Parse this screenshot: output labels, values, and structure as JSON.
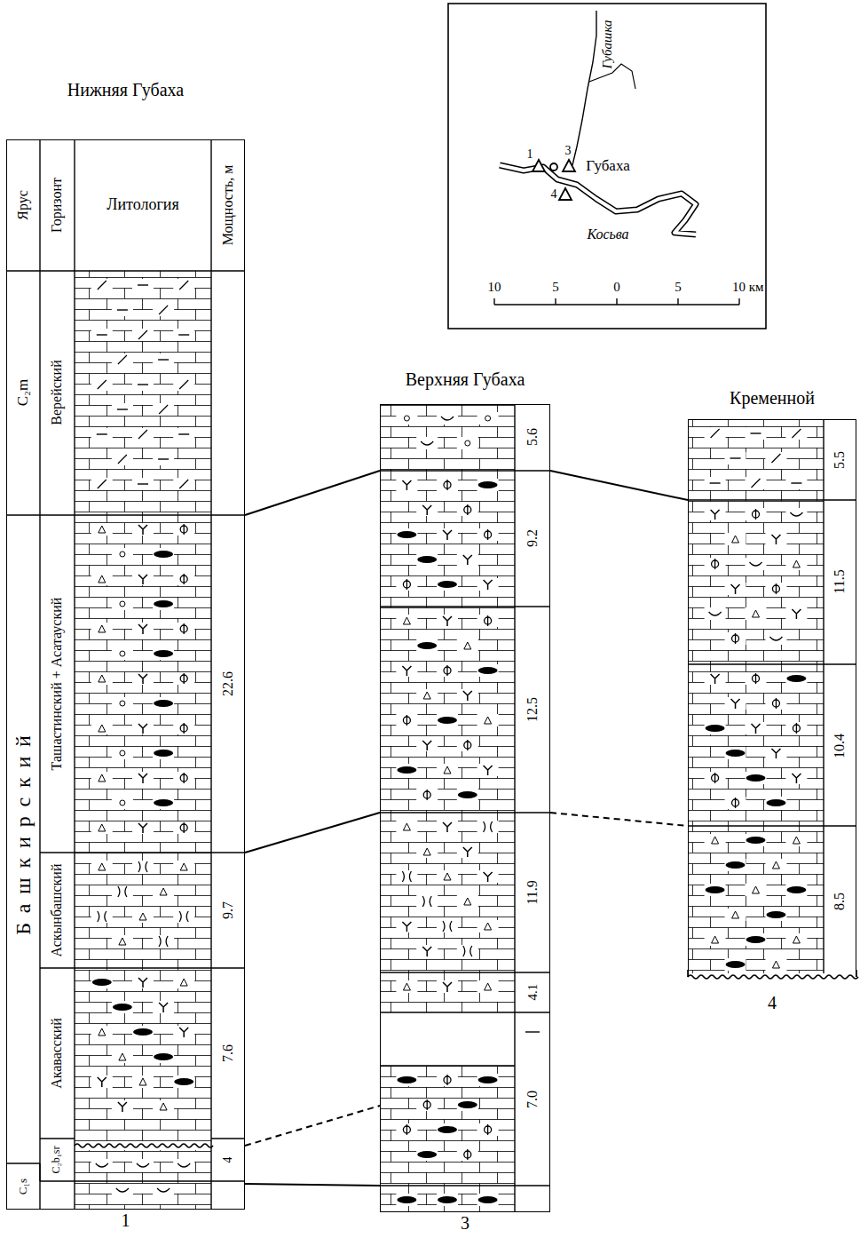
{
  "diagram": {
    "nodes": [
      {
        "text": [
          "Нижняя Губаха",
          "1"
        ]
      },
      {
        "text": [
          "Верхняя Губаха",
          "3"
        ]
      },
      {
        "text": [
          "Кременной",
          "4"
        ]
      }
    ],
    "edges": [
      {
        "from": 0,
        "to": 1,
        "arrow": "none"
      },
      {
        "from": 0,
        "to": 1,
        "arrow": "none"
      },
      {
        "from": 0,
        "to": 1,
        "arrow": "none"
      },
      {
        "from": 0,
        "to": 1,
        "arrow": "none"
      },
      {
        "from": 1,
        "to": 2,
        "arrow": "none"
      },
      {
        "from": 1,
        "to": 2,
        "arrow": "none"
      }
    ],
    "labels": [
      "Ярус",
      "Горизонт",
      "Литология",
      "Мощность, м",
      "C₂m",
      "Верейский",
      "Башкирский",
      "Ташастинский + Асатауский",
      "Аскынбашский",
      "Акавасский",
      "C₂b₁sr",
      "C₁s",
      "22.6",
      "9.7",
      "7.6",
      "4",
      "5.6",
      "9.2",
      "12.5",
      "11.9",
      "4.1",
      "7.0",
      "5.5",
      "11.5",
      "10.4",
      "8.5",
      "Губашка",
      "1",
      "3",
      "Губаха",
      "4",
      "Косьва",
      "10",
      "5",
      "0",
      "5",
      "10 км"
    ]
  }
}
